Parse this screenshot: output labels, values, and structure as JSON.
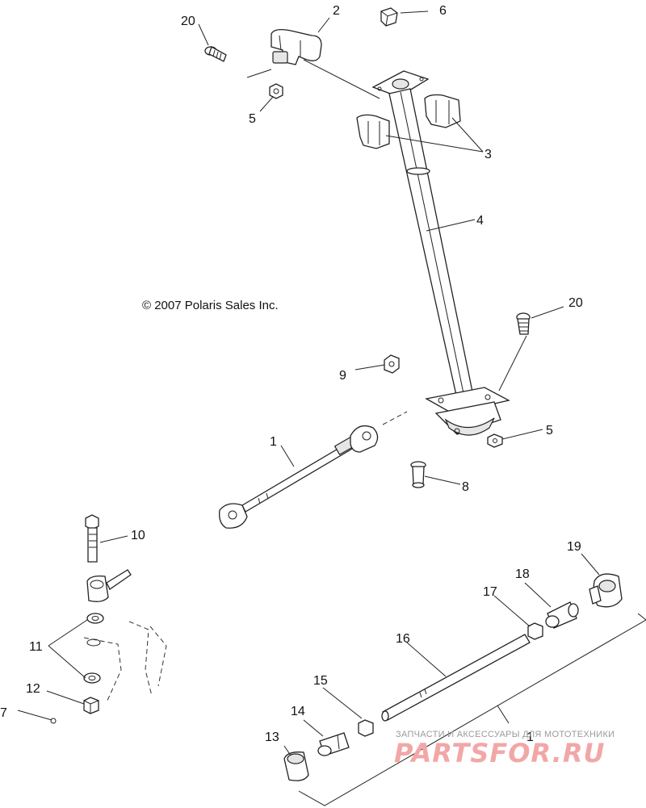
{
  "copyright": "© 2007 Polaris Sales Inc.",
  "callouts": {
    "c1a": "1",
    "c1b": "1",
    "c2": "2",
    "c3": "3",
    "c4": "4",
    "c5a": "5",
    "c5b": "5",
    "c6": "6",
    "c7": "7",
    "c8": "8",
    "c9": "9",
    "c10": "10",
    "c11": "11",
    "c12": "12",
    "c13": "13",
    "c14": "14",
    "c15": "15",
    "c16": "16",
    "c17": "17",
    "c18": "18",
    "c19": "19",
    "c20a": "20",
    "c20b": "20"
  },
  "watermark": {
    "tagline": "ЗАПЧАСТИ И АКСЕССУАРЫ ДЛЯ МОТОТЕХНИКИ",
    "brand": "PARTSFOR.RU",
    "color": "#f2a7a7"
  },
  "colors": {
    "line": "#222222",
    "background": "#ffffff"
  }
}
